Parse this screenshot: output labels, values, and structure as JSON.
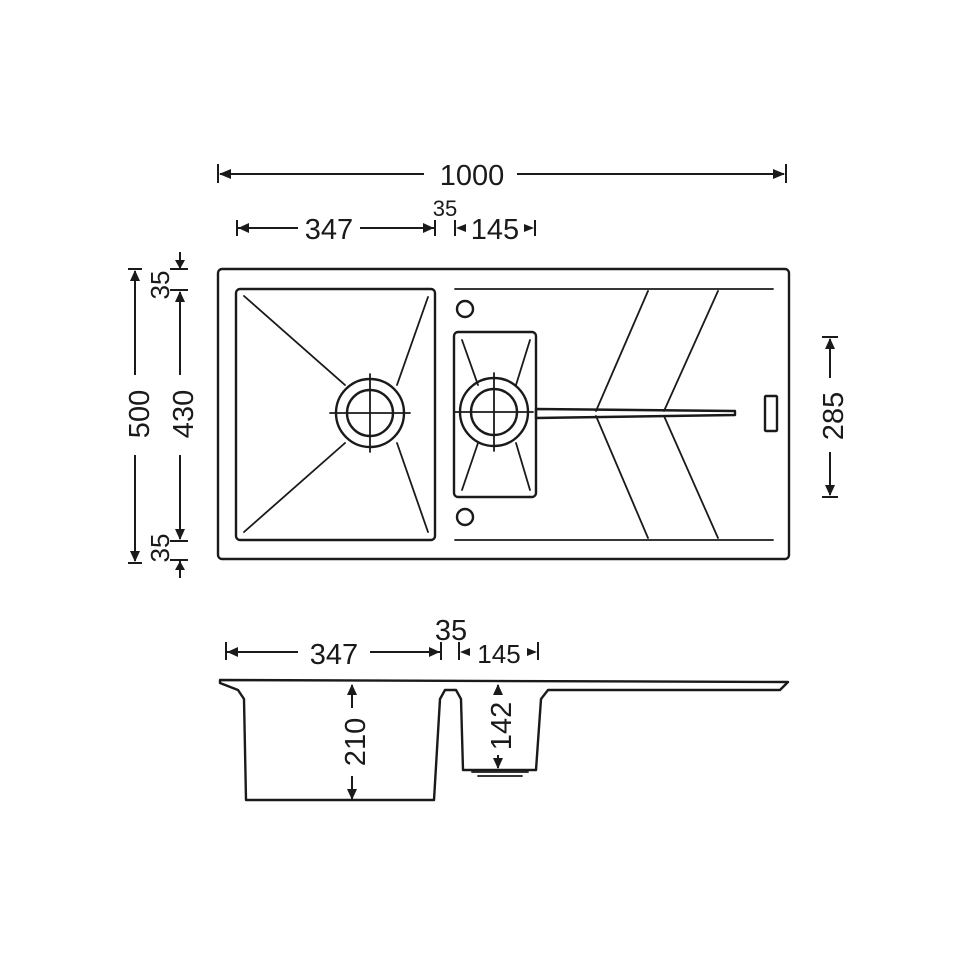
{
  "top_view": {
    "overall_width": "1000",
    "bowl_width": "347",
    "gap_width": "35",
    "small_bowl_width": "145",
    "overall_depth": "500",
    "bowl_depth": "430",
    "top_margin": "35",
    "bottom_margin": "35",
    "drainer_depth": "285"
  },
  "side_view": {
    "bowl_width": "347",
    "gap_width": "35",
    "small_bowl_width": "145",
    "bowl_height": "210",
    "small_bowl_height": "142"
  }
}
